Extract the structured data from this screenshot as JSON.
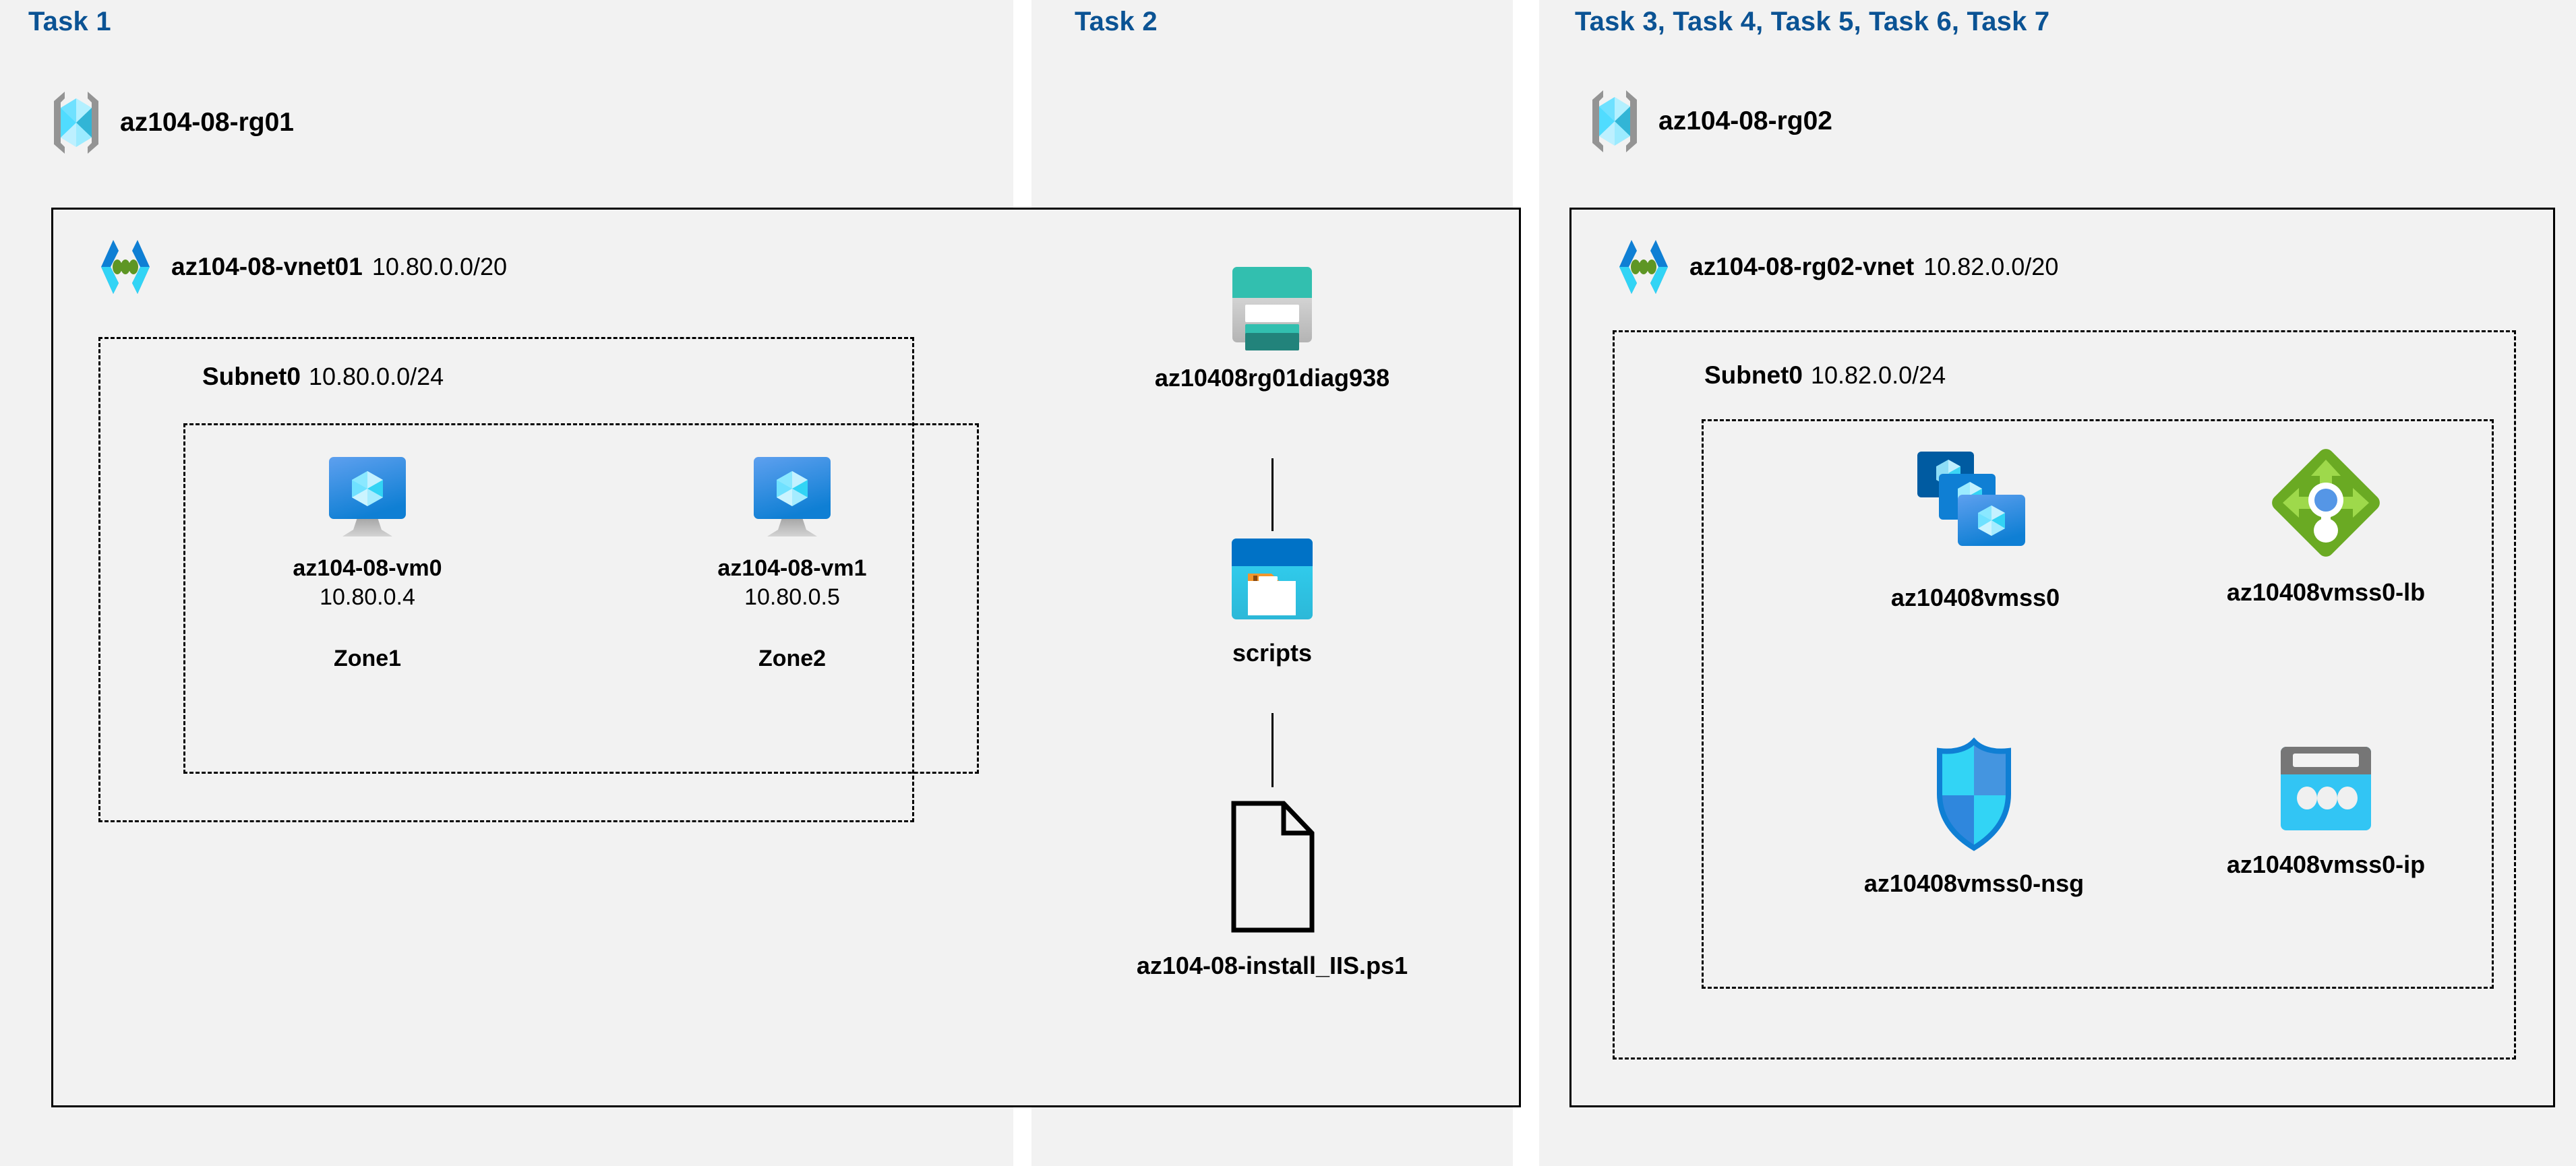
{
  "panels": [
    {
      "title": "Task 1"
    },
    {
      "title": "Task 2"
    },
    {
      "title": "Task 3, Task 4, Task 5, Task 6, Task 7"
    }
  ],
  "left": {
    "resource_group": {
      "name": "az104-08-rg01",
      "icon": "resource-group-icon"
    },
    "vnet": {
      "name": "az104-08-vnet01",
      "cidr": "10.80.0.0/20",
      "icon": "virtual-network-icon"
    },
    "subnet": {
      "name": "Subnet0",
      "cidr": "10.80.0.0/24"
    },
    "vms": [
      {
        "name": "az104-08-vm0",
        "ip": "10.80.0.4",
        "zone": "Zone1",
        "icon": "virtual-machine-icon"
      },
      {
        "name": "az104-08-vm1",
        "ip": "10.80.0.5",
        "zone": "Zone2",
        "icon": "virtual-machine-icon"
      }
    ]
  },
  "middle": {
    "storage_account": {
      "name": "az10408rg01diag938",
      "icon": "storage-account-icon"
    },
    "container": {
      "name": "scripts",
      "icon": "blob-container-icon"
    },
    "file": {
      "name": "az104-08-install_IIS.ps1",
      "icon": "file-icon"
    }
  },
  "right": {
    "resource_group": {
      "name": "az104-08-rg02",
      "icon": "resource-group-icon"
    },
    "vnet": {
      "name": "az104-08-rg02-vnet",
      "cidr": "10.82.0.0/20",
      "icon": "virtual-network-icon"
    },
    "subnet": {
      "name": "Subnet0",
      "cidr": "10.82.0.0/24"
    },
    "resources": [
      {
        "name": "az10408vmss0",
        "icon": "vm-scale-set-icon"
      },
      {
        "name": "az10408vmss0-lb",
        "icon": "load-balancer-icon"
      },
      {
        "name": "az10408vmss0-nsg",
        "icon": "network-security-group-icon"
      },
      {
        "name": "az10408vmss0-ip",
        "icon": "public-ip-address-icon"
      }
    ]
  },
  "colors": {
    "task_title": "#0b5394",
    "panel_bg": "#f2f2f2",
    "page_bg": "#ffffff",
    "border": "#000000",
    "azure_blue": "#0078d4",
    "cube_light": "#9cebff",
    "cube_cyan": "#32d4f5",
    "rg_bracket_gray": "#949494",
    "vnet_chevron_blue": "#0078d4",
    "vnet_dot_green": "#5e9624",
    "storage_teal": "#32bfaf",
    "storage_dark_teal": "#22837b",
    "storage_gray": "#c8c8c8",
    "container_header_blue": "#0072c6",
    "container_body_cyan": "#32d4f5",
    "folder_orange": "#f2962d",
    "lb_green": "#6aaa23",
    "lb_light_green": "#9ed94b",
    "lb_dot_blue": "#5596e6",
    "nsg_cyan": "#32d4f5",
    "nsg_blue": "#2f87dd",
    "pip_gray": "#767676",
    "pip_cyan": "#32c5f4"
  }
}
